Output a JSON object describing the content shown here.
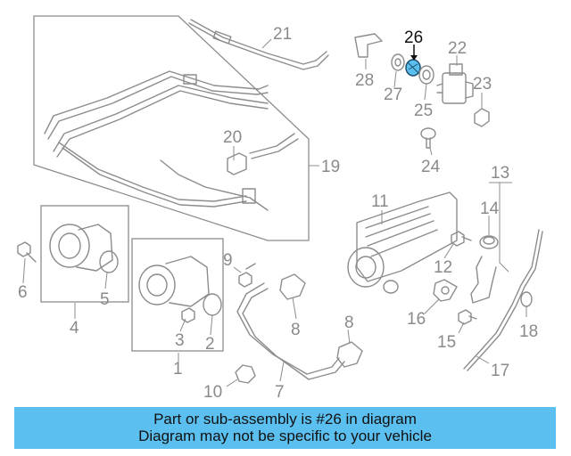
{
  "diagram": {
    "highlight_color": "#5bbff0",
    "highlighted_part": "26",
    "callouts": {
      "n1": "1",
      "n2": "2",
      "n3": "3",
      "n4": "4",
      "n5": "5",
      "n6": "6",
      "n7": "7",
      "n8a": "8",
      "n8b": "8",
      "n9": "9",
      "n10": "10",
      "n11": "11",
      "n12": "12",
      "n13": "13",
      "n14": "14",
      "n15": "15",
      "n16": "16",
      "n17": "17",
      "n18": "18",
      "n19": "19",
      "n20": "20",
      "n21": "21",
      "n22": "22",
      "n23": "23",
      "n24": "24",
      "n25": "25",
      "n26": "26",
      "n27": "27",
      "n28": "28"
    }
  },
  "banner": {
    "line1": "Part or sub-assembly is #26 in diagram",
    "line2": "Diagram may not be specific to your vehicle",
    "background": "#5bbff0"
  }
}
